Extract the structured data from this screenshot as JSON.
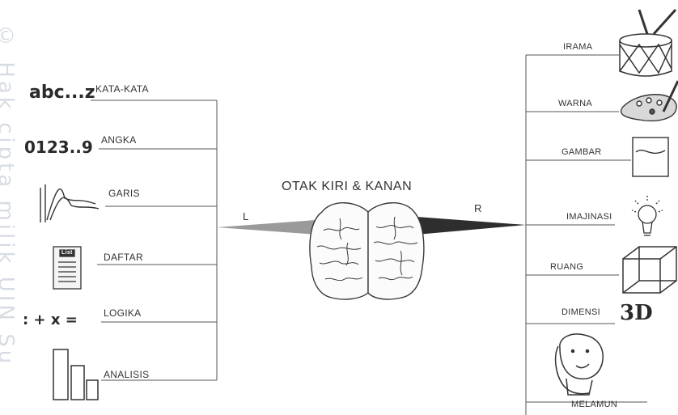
{
  "watermark": "© Hak cipta milik UIN Su",
  "center": {
    "title": "OTAK KIRI & KANAN",
    "left_letter": "L",
    "right_letter": "R"
  },
  "left_branches": {
    "kata": {
      "label": "KATA-KATA",
      "symbol": "abc...z"
    },
    "angka": {
      "label": "ANGKA",
      "symbol": "0123..9"
    },
    "garis": {
      "label": "GARIS"
    },
    "daftar": {
      "label": "DAFTAR",
      "icon_text": "List"
    },
    "logika": {
      "label": "LOGIKA",
      "symbol": ": + x ="
    },
    "analisis": {
      "label": "ANALISIS"
    }
  },
  "right_branches": {
    "irama": {
      "label": "IRAMA"
    },
    "warna": {
      "label": "WARNA"
    },
    "gambar": {
      "label": "GAMBAR"
    },
    "imajinasi": {
      "label": "IMAJINASI"
    },
    "ruang": {
      "label": "RUANG"
    },
    "dimensi": {
      "label": "DIMENSI",
      "symbol": "3D"
    },
    "melamun": {
      "label": "MELAMUN"
    }
  }
}
